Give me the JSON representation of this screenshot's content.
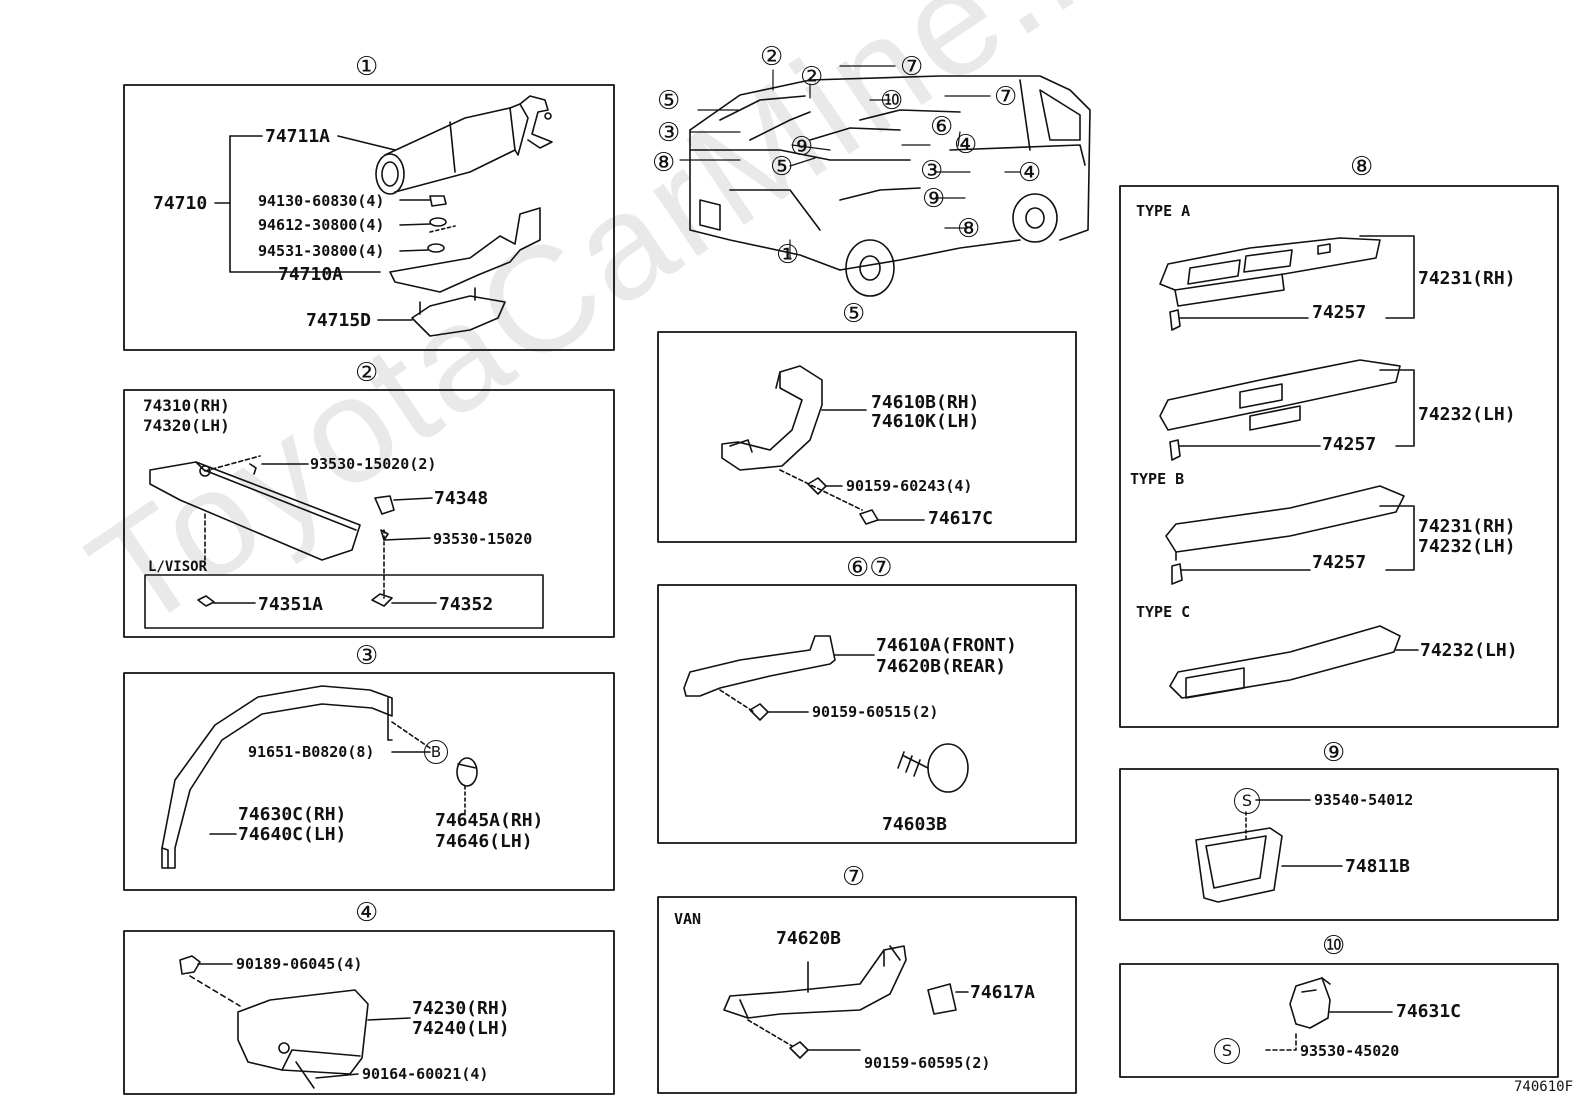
{
  "watermark": "ToyotaCarMine.ru",
  "figure_code": "740610F",
  "sections": {
    "s1": {
      "marker": "①",
      "labels": [
        "74711A",
        "74710",
        "94130-60830(4)",
        "94612-30800(4)",
        "94531-30800(4)",
        "74710A",
        "74715D"
      ]
    },
    "s2": {
      "marker": "②",
      "labels": [
        "74310(RH)",
        "74320(LH)",
        "93530-15020(2)",
        "74348",
        "93530-15020",
        "L/VISOR",
        "74351A",
        "74352"
      ]
    },
    "s3": {
      "marker": "③",
      "labels": [
        "91651-B0820(8)",
        "74630C(RH)",
        "74640C(LH)",
        "74645A(RH)",
        "74646(LH)"
      ],
      "callout": "B"
    },
    "s4": {
      "marker": "④",
      "labels": [
        "90189-06045(4)",
        "74230(RH)",
        "74240(LH)",
        "90164-60021(4)"
      ]
    },
    "s5": {
      "marker": "⑤",
      "labels": [
        "74610B(RH)",
        "74610K(LH)",
        "90159-60243(4)",
        "74617C"
      ]
    },
    "s67": {
      "marker": "⑥⑦",
      "labels": [
        "74610A(FRONT)",
        "74620B(REAR)",
        "90159-60515(2)",
        "74603B"
      ]
    },
    "s7": {
      "marker": "⑦",
      "labels": [
        "VAN",
        "74620B",
        "74617A",
        "90159-60595(2)"
      ]
    },
    "s8": {
      "marker": "⑧",
      "labels": [
        "TYPE A",
        "74231(RH)",
        "74257",
        "74232(LH)",
        "74257",
        "TYPE B",
        "74231(RH)",
        "74232(LH)",
        "74257",
        "TYPE C",
        "74232(LH)"
      ]
    },
    "s9": {
      "marker": "⑨",
      "labels": [
        "93540-54012",
        "74811B"
      ],
      "callout": "S"
    },
    "s10": {
      "marker": "⑩",
      "labels": [
        "74631C",
        "93530-45020"
      ],
      "callout": "S"
    }
  },
  "overview": {
    "markers": [
      "②",
      "⑦",
      "②",
      "⑤",
      "⑩",
      "⑦",
      "③",
      "⑥",
      "⑨",
      "④",
      "⑧",
      "⑤",
      "③",
      "④",
      "⑨",
      "①",
      "⑧"
    ]
  }
}
